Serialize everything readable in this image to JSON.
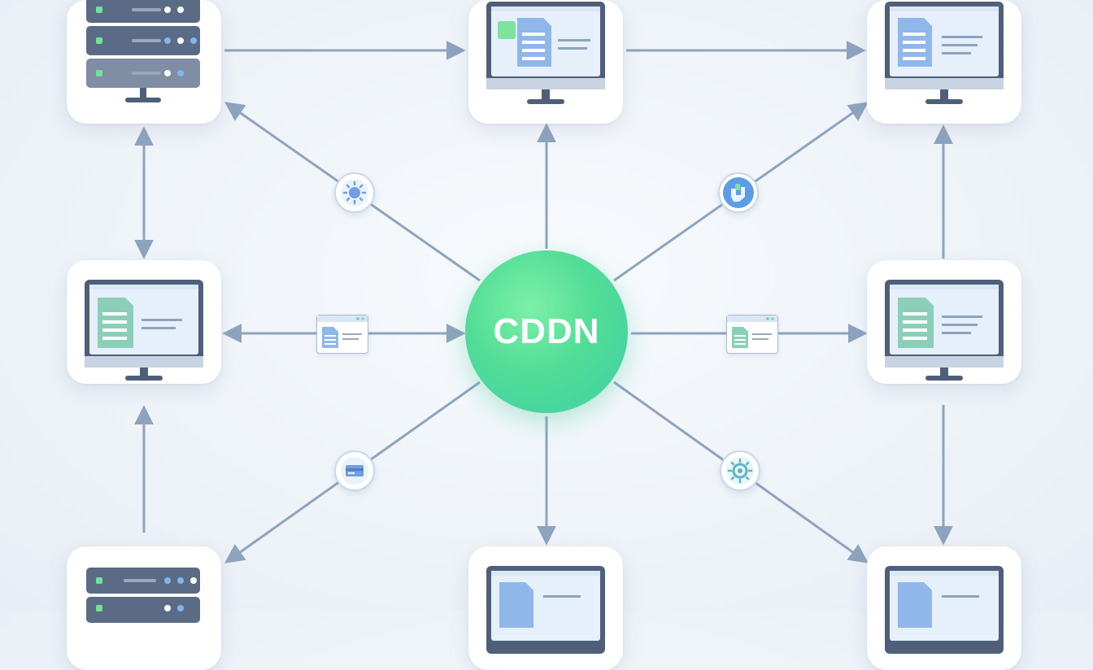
{
  "hub": {
    "label": "CDDN"
  },
  "nodes": [
    {
      "id": "top-left",
      "kind": "server"
    },
    {
      "id": "top-center",
      "kind": "monitor"
    },
    {
      "id": "top-right",
      "kind": "monitor"
    },
    {
      "id": "mid-left",
      "kind": "monitor"
    },
    {
      "id": "mid-right",
      "kind": "monitor"
    },
    {
      "id": "bottom-left",
      "kind": "server"
    },
    {
      "id": "bottom-center",
      "kind": "monitor"
    },
    {
      "id": "bottom-right",
      "kind": "monitor"
    }
  ],
  "badges": [
    {
      "id": "badge-upper-left",
      "icon": "gear-icon"
    },
    {
      "id": "badge-upper-right",
      "icon": "tool-icon"
    },
    {
      "id": "badge-lower-left",
      "icon": "card-icon"
    },
    {
      "id": "badge-lower-right",
      "icon": "gear-icon"
    }
  ],
  "colors": {
    "hub": "#52dd96",
    "arrow": "#8ea3bd",
    "server_body": "#5b6b85",
    "server_led": "#6fe39a",
    "server_led_alt": "#7fb6f0",
    "monitor_frame": "#4f5f7a",
    "screen": "#e6f0fb",
    "doc_blue": "#6f9fe0"
  }
}
